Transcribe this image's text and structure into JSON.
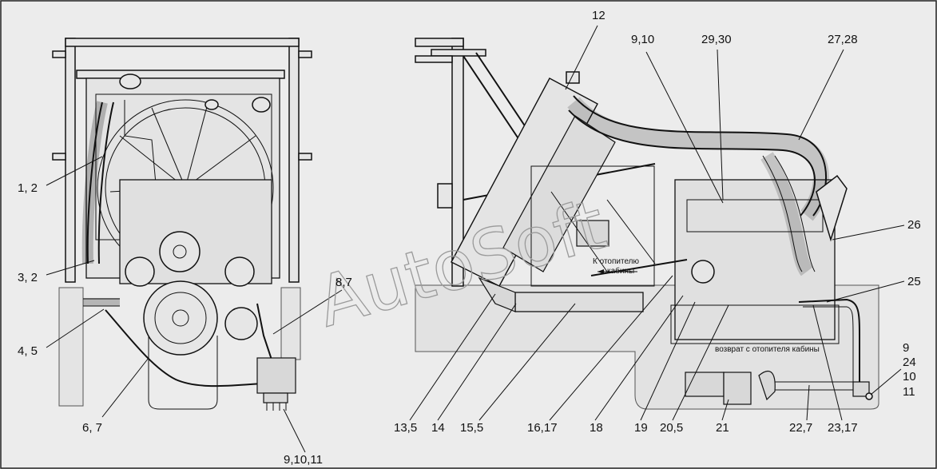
{
  "callouts": {
    "left": {
      "c_1_2": "1, 2",
      "c_3_2": "3, 2",
      "c_4_5": "4, 5",
      "c_6_7": "6, 7",
      "c_8_7": "8,7",
      "c_9_10_11": "9,10,11"
    },
    "right": {
      "c_12": "12",
      "c_9_10": "9,10",
      "c_29_30": "29,30",
      "c_27_28": "27,28",
      "c_26": "26",
      "c_25": "25",
      "c_9": "9",
      "c_24": "24",
      "c_10": "10",
      "c_11": "11",
      "c_13_5": "13,5",
      "c_14": "14",
      "c_15_5": "15,5",
      "c_16_17": "16,17",
      "c_18": "18",
      "c_19": "19",
      "c_20_5": "20,5",
      "c_21": "21",
      "c_22_7": "22,7",
      "c_23_17": "23,17"
    }
  },
  "notes": {
    "to_heater_line1": "К отопителю",
    "to_heater_line2": "кабины",
    "return_from_heater": "возврат с отопителя кабины"
  },
  "watermark": "AutoSoft"
}
